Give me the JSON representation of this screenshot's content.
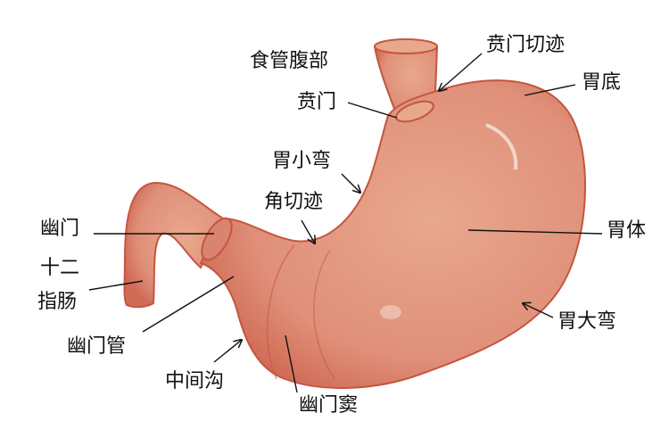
{
  "colors": {
    "organ_fill": "#e39a7f",
    "organ_stroke": "#c4563f",
    "label": "#111111"
  },
  "labels": {
    "esophagus_abdominal": "食管腹部",
    "cardia": "贲门",
    "cardiac_notch": "贲门切迹",
    "fundus": "胃底",
    "lesser_curvature": "胃小弯",
    "angular_notch": "角切迹",
    "pylorus": "幽门",
    "duodenum_1": "十二",
    "duodenum_2": "指肠",
    "body": "胃体",
    "pyloric_canal": "幽门管",
    "greater_curvature": "胃大弯",
    "intermediate_sulcus": "中间沟",
    "pyloric_antrum": "幽门窦"
  }
}
